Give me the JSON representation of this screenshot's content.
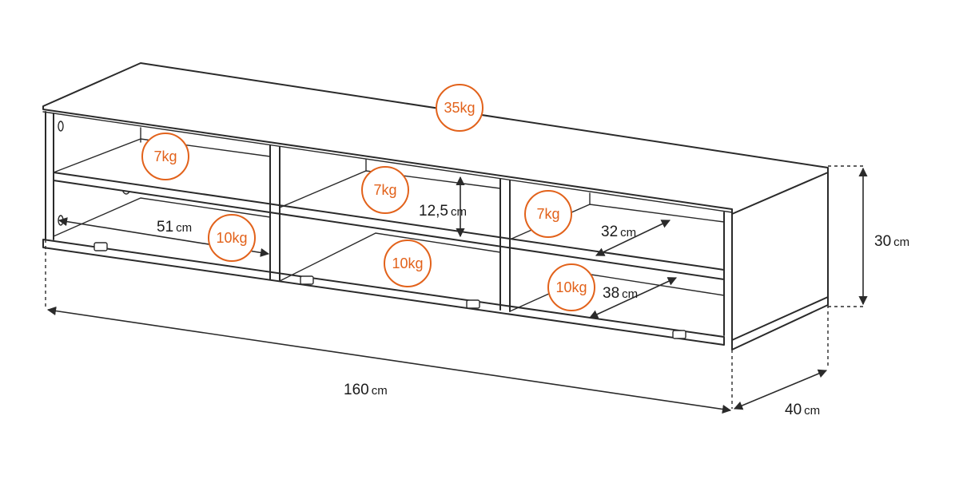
{
  "colors": {
    "line": "#2a2a2a",
    "weight_badge": "#e2621b"
  },
  "weights": [
    {
      "id": "top",
      "label": "35kg"
    },
    {
      "id": "upper-left",
      "label": "7kg"
    },
    {
      "id": "upper-middle",
      "label": "7kg"
    },
    {
      "id": "upper-right",
      "label": "7kg"
    },
    {
      "id": "lower-left",
      "label": "10kg"
    },
    {
      "id": "lower-middle",
      "label": "10kg"
    },
    {
      "id": "lower-right",
      "label": "10kg"
    }
  ],
  "dimensions": {
    "width": {
      "value": "160",
      "unit": "cm"
    },
    "depth": {
      "value": "40",
      "unit": "cm"
    },
    "height": {
      "value": "30",
      "unit": "cm"
    },
    "compartment_width": {
      "value": "51",
      "unit": "cm"
    },
    "compartment_height": {
      "value": "12,5",
      "unit": "cm"
    },
    "shelf_depth_upper": {
      "value": "32",
      "unit": "cm"
    },
    "shelf_depth_lower": {
      "value": "38",
      "unit": "cm"
    }
  }
}
